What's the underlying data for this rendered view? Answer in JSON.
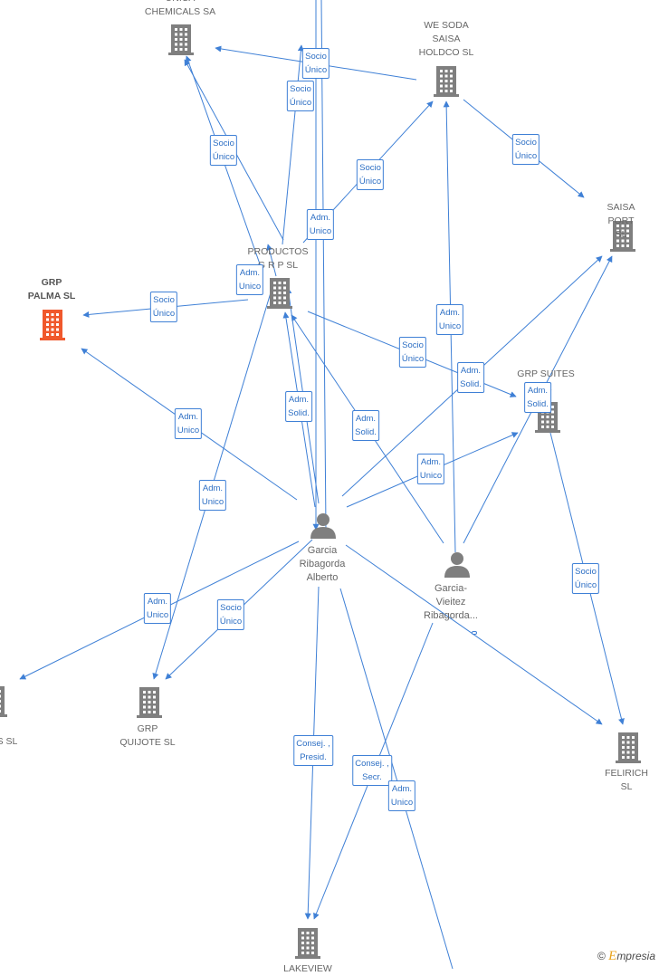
{
  "colors": {
    "edge": "#3f80d6",
    "company": "#7f7f7f",
    "highlight": "#f0582c",
    "person": "#7f7f7f"
  },
  "companies": [
    {
      "id": "chemicals",
      "label": "UNICA\nCHEMICALS SA"
    },
    {
      "id": "wesoda",
      "label": "WE SODA\nSAISA\nHOLDCO  SL"
    },
    {
      "id": "saisaport",
      "label": "SAISA PORT  SL"
    },
    {
      "id": "productos",
      "label": "PRODUCTOS\nG R P SL"
    },
    {
      "id": "grppalma",
      "label": "GRP\nPALMA  SL",
      "highlight": true
    },
    {
      "id": "grpsuites",
      "label": "GRP SUITES\nSL"
    },
    {
      "id": "grpquijote",
      "label": "GRP\nQUIJOTE  SL"
    },
    {
      "id": "felirich",
      "label": "FELIRICH  SL"
    },
    {
      "id": "lakeview",
      "label": "LAKEVIEW"
    },
    {
      "id": "leftco",
      "label": "S  SL"
    }
  ],
  "persons": [
    {
      "id": "alberto",
      "label": "Garcia\nRibagorda\nAlberto"
    },
    {
      "id": "vieitez",
      "label": "Garcia-\nVieitez\nRibagorda..."
    }
  ],
  "relations": [
    "Socio\nÚnico",
    "Socio\nÚnico",
    "Socio\nÚnico",
    "Socio\nÚnico",
    "Socio\nÚnico",
    "Adm.\nUnico",
    "Adm.\nUnico",
    "Socio\nÚnico",
    "Adm.\nUnico",
    "Socio\nÚnico",
    "Adm.\nSolid.",
    "Adm.\nSolid.",
    "Adm.\nSolid.",
    "Adm.\nSolid.",
    "Adm.\nUnico",
    "Adm.\nUnico",
    "Adm.\nUnico",
    "Socio\nÚnico",
    "Socio\nÚnico",
    "Adm.\nUnico",
    "Consej. ,\nPresid.",
    "Consej. ,\nSecr.",
    "Adm.\nUnico"
  ],
  "brand": {
    "symbol": "©",
    "first": "E",
    "rest": "mpresia"
  }
}
